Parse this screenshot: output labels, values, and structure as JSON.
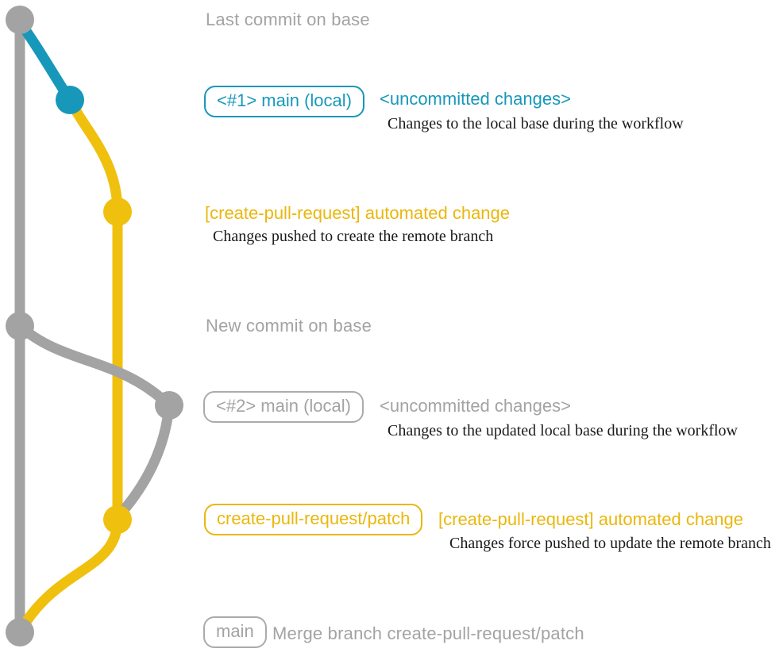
{
  "colors": {
    "gray": "#a3a3a3",
    "teal": "#1798ba",
    "yellow_line": "#f0c00e",
    "yellow_text": "#eab70d",
    "description_text": "#1a1a1a"
  },
  "labels": {
    "heading_last_commit": "Last commit on base",
    "badge_main_local_1": "<#1> main (local)",
    "tag_uncommitted_1": "<uncommitted changes>",
    "desc_local_base": "Changes to the local base during the workflow",
    "label_automated_change_1": "[create-pull-request] automated change",
    "desc_pushed_create": "Changes pushed to create the remote branch",
    "heading_new_commit": "New commit on base",
    "badge_main_local_2": "<#2> main (local)",
    "tag_uncommitted_2": "<uncommitted changes>",
    "desc_updated_local_base": "Changes to the updated local base during the workflow",
    "badge_patch_branch": "create-pull-request/patch",
    "label_automated_change_2": "[create-pull-request] automated change",
    "desc_force_pushed": "Changes force pushed to update the remote branch",
    "badge_main": "main",
    "desc_merge": "Merge branch create-pull-request/patch"
  }
}
